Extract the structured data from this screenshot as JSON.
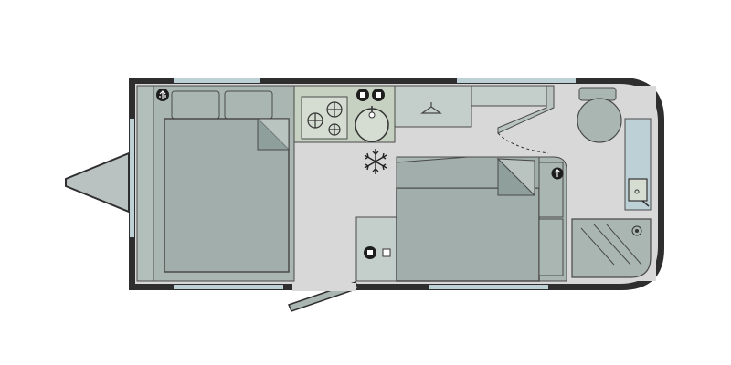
{
  "colors": {
    "background": "#ffffff",
    "wall": "#2e2e2e",
    "floor": "#d8d8d8",
    "furniture": "#a9b6b2",
    "furniture_light": "#c4cecb",
    "furniture_dark": "#8c9a96",
    "window": "#bcd0d6",
    "kitchen": "#c7d1c2",
    "outline": "#4a4a4a"
  },
  "icons": {
    "usb_socket": "usb-socket-icon",
    "power_socket": "power-socket-icon",
    "fridge_freezer": "snowflake-icon",
    "hob": "hob-burner-icon",
    "sink": "sink-tap-icon",
    "wardrobe_hanger": "coat-hanger-icon",
    "toilet": "toilet-icon",
    "shower_drain": "shower-drain-icon",
    "washbasin": "washbasin-icon"
  },
  "rooms": [
    "front-bedroom",
    "kitchen",
    "lounge",
    "washroom"
  ]
}
